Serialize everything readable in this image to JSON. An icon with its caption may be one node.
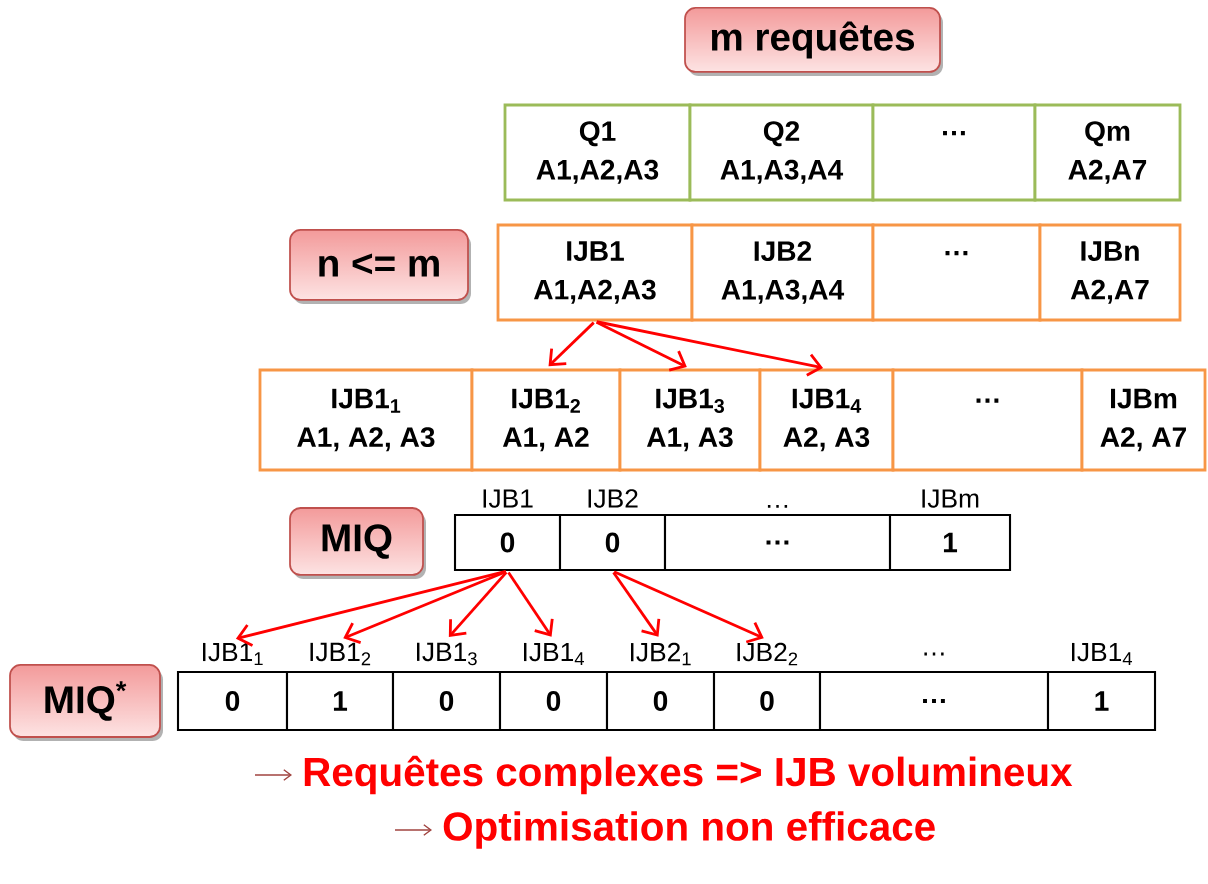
{
  "diagram": {
    "nodes": [
      {
        "text": [
          "m requêtes"
        ]
      },
      {
        "text": [
          "Q1",
          "A1,A2,A3"
        ]
      },
      {
        "text": [
          "Q2",
          "A1,A3,A4"
        ]
      },
      {
        "text": [
          "…"
        ]
      },
      {
        "text": [
          "Qm",
          "A2,A7"
        ]
      },
      {
        "text": [
          "n <= m"
        ]
      },
      {
        "text": [
          "IJB1",
          "A1,A2,A3"
        ]
      },
      {
        "text": [
          "IJB2",
          "A1,A3,A4"
        ]
      },
      {
        "text": [
          "…"
        ]
      },
      {
        "text": [
          "IJBn",
          "A2,A7"
        ]
      },
      {
        "text": [
          "IJB1$_{1}$",
          "A1, A2, A3"
        ]
      },
      {
        "text": [
          "IJB1$_{2}$",
          "A1, A2"
        ]
      },
      {
        "text": [
          "IJB1$_{3}$",
          "A1, A3"
        ]
      },
      {
        "text": [
          "IJB1$_{4}$",
          "A2, A3"
        ]
      },
      {
        "text": [
          "…"
        ]
      },
      {
        "text": [
          "IJBm",
          "A2, A7"
        ]
      },
      {
        "text": [
          "MIQ"
        ]
      },
      {
        "text": [
          "0"
        ],
        "beside": [
          "IJB1"
        ]
      },
      {
        "text": [
          "0"
        ],
        "beside": [
          "IJB2"
        ]
      },
      {
        "text": [
          "…"
        ],
        "beside": [
          "…"
        ]
      },
      {
        "text": [
          "1"
        ],
        "beside": [
          "IJBm"
        ]
      },
      {
        "text": [
          "IJB1$_{1}$"
        ]
      },
      {
        "text": [
          "IJB1$_{2}$"
        ]
      },
      {
        "text": [
          "IJB1$_{3}$"
        ]
      },
      {
        "text": [
          "IJB1$_{4}$"
        ]
      },
      {
        "text": [
          "IJB2$_{1}$"
        ]
      },
      {
        "text": [
          "IJB2$_{2}$"
        ]
      },
      {
        "text": [
          "…"
        ]
      },
      {
        "text": [
          "IJB1$_{4}$"
        ]
      },
      {
        "text": [
          "MIQ$^{*}$"
        ]
      },
      {
        "text": [
          "0"
        ]
      },
      {
        "text": [
          "1"
        ]
      },
      {
        "text": [
          "0"
        ]
      },
      {
        "text": [
          "0"
        ]
      },
      {
        "text": [
          "0"
        ]
      },
      {
        "text": [
          "0"
        ]
      },
      {
        "text": [
          "…"
        ]
      },
      {
        "text": [
          "1"
        ]
      }
    ],
    "edges": [
      {
        "from": 6,
        "to": 11,
        "arrow": "to"
      },
      {
        "from": 6,
        "to": 12,
        "arrow": "to"
      },
      {
        "from": 6,
        "to": 13,
        "arrow": "to"
      },
      {
        "from": 17,
        "to": 21,
        "arrow": "to"
      },
      {
        "from": 17,
        "to": 22,
        "arrow": "to"
      },
      {
        "from": 17,
        "to": 23,
        "arrow": "to"
      },
      {
        "from": 17,
        "to": 24,
        "arrow": "to"
      },
      {
        "from": 18,
        "to": 25,
        "arrow": "to"
      },
      {
        "from": 18,
        "to": 26,
        "arrow": "to"
      }
    ],
    "labels": [
      "Requêtes complexes => IJB volumineux",
      "Optimisation non efficace"
    ]
  }
}
